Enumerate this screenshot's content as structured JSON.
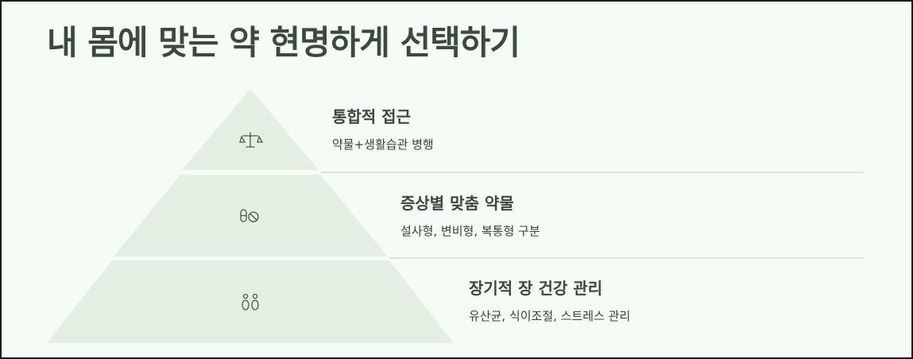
{
  "title": "내 몸에 맞는 약 현명하게 선택하기",
  "colors": {
    "tier_fill": "#e2efe2",
    "icon_stroke": "#4a5a4a",
    "divider": "#d9e6d9",
    "background": "#f5fbf5"
  },
  "tiers": [
    {
      "title": "통합적 접근",
      "desc": "약물+생활습관 병행",
      "icon": "balance-scale-icon"
    },
    {
      "title": "증상별 맞춤 약물",
      "desc": "설사형, 변비형, 복통형 구분",
      "icon": "pills-icon"
    },
    {
      "title": "장기적 장 건강 관리",
      "desc": "유산균, 식이조절, 스트레스 관리",
      "icon": "bacteria-icon"
    }
  ]
}
